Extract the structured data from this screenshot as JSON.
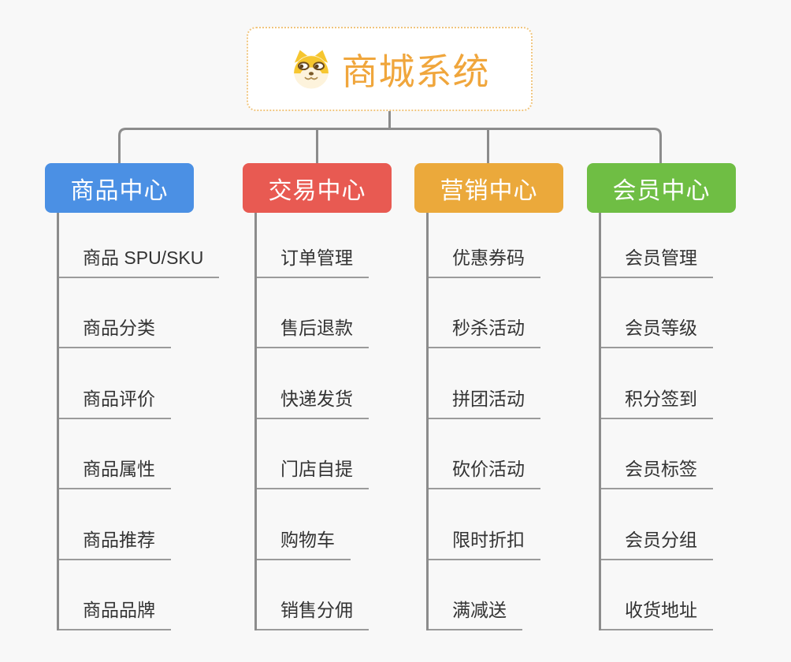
{
  "root": {
    "title": "商城系统",
    "icon": "shiba-dog-icon"
  },
  "branches": [
    {
      "label": "商品中心",
      "color": "#4b90e4",
      "children": [
        "商品 SPU/SKU",
        "商品分类",
        "商品评价",
        "商品属性",
        "商品推荐",
        "商品品牌"
      ]
    },
    {
      "label": "交易中心",
      "color": "#e85a52",
      "children": [
        "订单管理",
        "售后退款",
        "快递发货",
        "门店自提",
        "购物车",
        "销售分佣"
      ]
    },
    {
      "label": "营销中心",
      "color": "#eba93b",
      "children": [
        "优惠券码",
        "秒杀活动",
        "拼团活动",
        "砍价活动",
        "限时折扣",
        "满减送"
      ]
    },
    {
      "label": "会员中心",
      "color": "#6fbe44",
      "children": [
        "会员管理",
        "会员等级",
        "积分签到",
        "会员标签",
        "会员分组",
        "收货地址"
      ]
    }
  ],
  "colors": {
    "background": "#f8f8f8",
    "connector": "#8c8c8c",
    "child_underline": "#9b9b9b",
    "child_text": "#333333",
    "root_border": "#f0c57e",
    "root_text": "#f0a63c",
    "branch_text": "#ffffff"
  }
}
